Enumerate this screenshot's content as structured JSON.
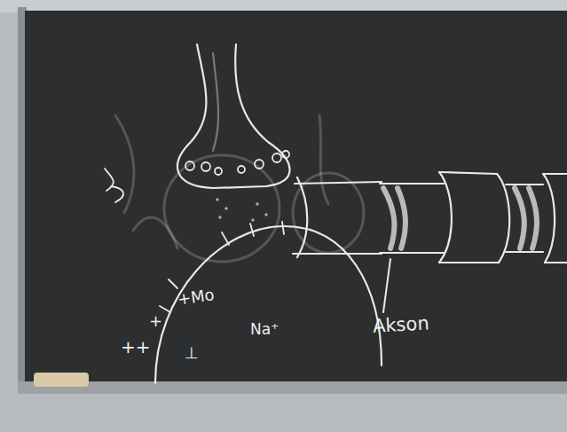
{
  "diagram": {
    "labels": [
      "Akson",
      "Na⁺",
      "+Mo",
      "+",
      "++",
      "⊥"
    ]
  }
}
